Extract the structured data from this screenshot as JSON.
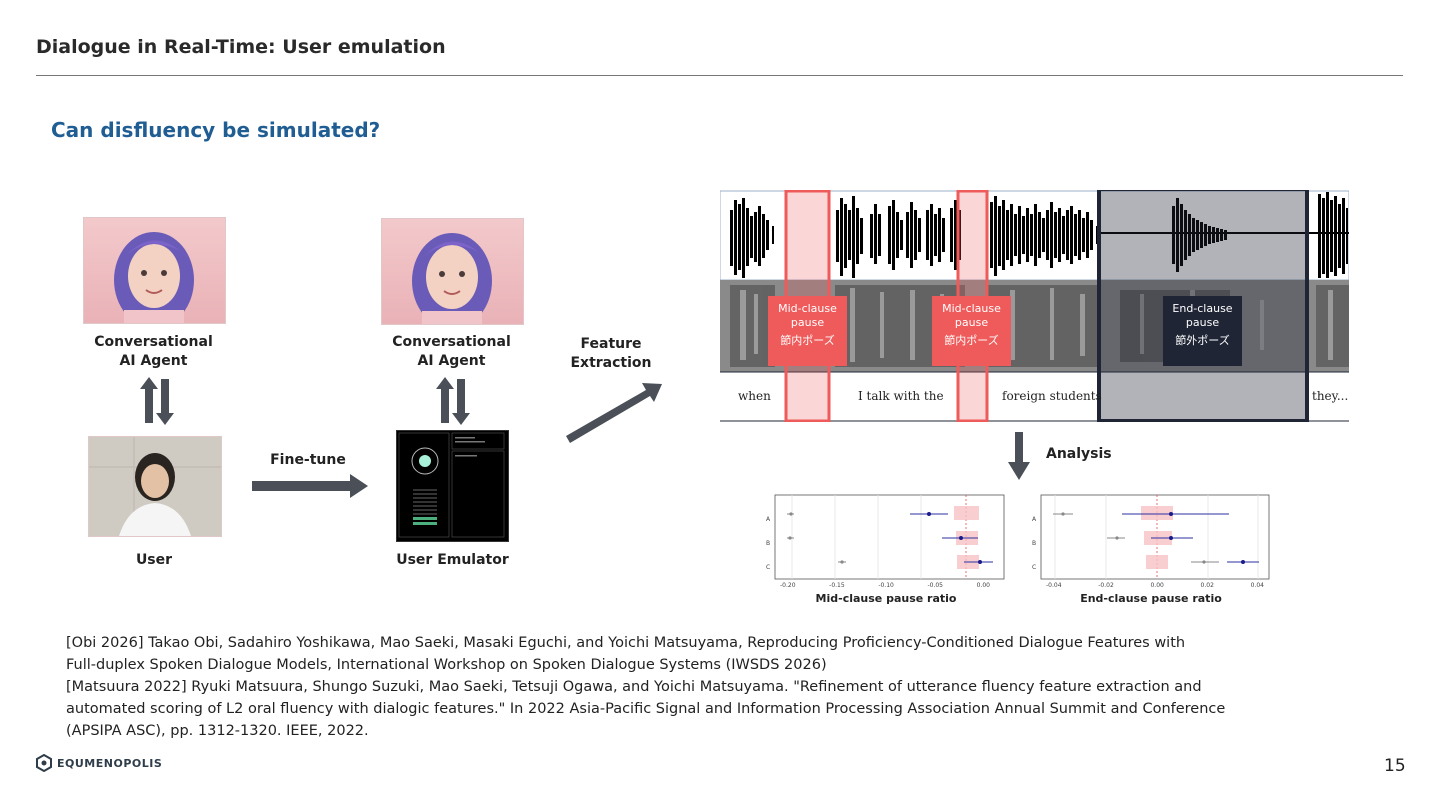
{
  "header": {
    "title": "Dialogue in Real-Time: User emulation",
    "subtitle": "Can disfluency be simulated?"
  },
  "left_diagram": {
    "agent_label_1": "Conversational",
    "agent_label_2": "AI Agent",
    "user_label": "User",
    "finetune_label": "Fine-tune",
    "emulator_label": "User Emulator",
    "feature_label_1": "Feature",
    "feature_label_2": "Extraction"
  },
  "spectrogram": {
    "tag_mid_1": "Mid-clause",
    "tag_mid_2": "pause",
    "tag_mid_jp": "節内ポーズ",
    "tag_end_1": "End-clause",
    "tag_end_2": "pause",
    "tag_end_jp": "節外ポーズ",
    "words": [
      "when",
      "I talk with the",
      "foreign students",
      "they..."
    ],
    "analysis_label": "Analysis"
  },
  "charts": {
    "mid": {
      "xlabel": "Mid-clause pause ratio",
      "ticks": [
        "-0.20",
        "-0.15",
        "-0.10",
        "-0.05",
        "0.00"
      ],
      "rows": [
        "A",
        "B",
        "C"
      ]
    },
    "end": {
      "xlabel": "End-clause pause ratio",
      "ticks": [
        "-0.04",
        "-0.02",
        "0.00",
        "0.02",
        "0.04"
      ],
      "rows": [
        "A",
        "B",
        "C"
      ]
    }
  },
  "references": {
    "ref1_line1": "[Obi 2026] Takao Obi, Sadahiro Yoshikawa, Mao Saeki, Masaki Eguchi, and Yoichi Matsuyama, Reproducing Proficiency-Conditioned Dialogue Features with",
    "ref1_line2": "Full-duplex Spoken Dialogue Models, International Workshop on Spoken Dialogue Systems (IWSDS 2026)",
    "ref2_line1": "[Matsuura 2022] Ryuki Matsuura, Shungo Suzuki, Mao Saeki, Tetsuji Ogawa, and Yoichi Matsuyama. \"Refinement of utterance fluency feature extraction and",
    "ref2_line2": "automated scoring of L2 oral fluency with dialogic features.\" In 2022 Asia-Pacific Signal and Information Processing Association Annual Summit and Conference",
    "ref2_line3": "(APSIPA ASC), pp. 1312-1320. IEEE, 2022."
  },
  "footer": {
    "logo": "EQUMENOPOLIS",
    "page": "15"
  },
  "colors": {
    "accent_blue": "#1f5d93",
    "pause_red": "#ef5a5a",
    "end_pause_dark": "#1f2535",
    "arrow_gray": "#4a4f58"
  }
}
